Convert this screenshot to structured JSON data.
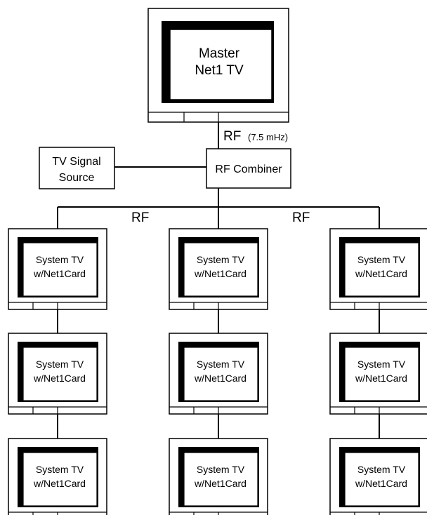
{
  "master_tv": {
    "label_line1": "Master",
    "label_line2": "Net1 TV"
  },
  "links": {
    "master_rf": "RF",
    "master_rf_freq": "(7.5 mHz)",
    "left_rf": "RF",
    "right_rf": "RF"
  },
  "signal_source": {
    "line1": "TV Signal",
    "line2": "Source"
  },
  "combiner": {
    "label": "RF Combiner"
  },
  "system_tvs": [
    {
      "line1": "System TV",
      "line2": "w/Net1Card"
    },
    {
      "line1": "System TV",
      "line2": "w/Net1Card"
    },
    {
      "line1": "System TV",
      "line2": "w/Net1Card"
    },
    {
      "line1": "System TV",
      "line2": "w/Net1Card"
    },
    {
      "line1": "System TV",
      "line2": "w/Net1Card"
    },
    {
      "line1": "System TV",
      "line2": "w/Net1Card"
    },
    {
      "line1": "System TV",
      "line2": "w/Net1Card"
    },
    {
      "line1": "System TV",
      "line2": "w/Net1Card"
    },
    {
      "line1": "System TV",
      "line2": "w/Net1Card"
    }
  ]
}
